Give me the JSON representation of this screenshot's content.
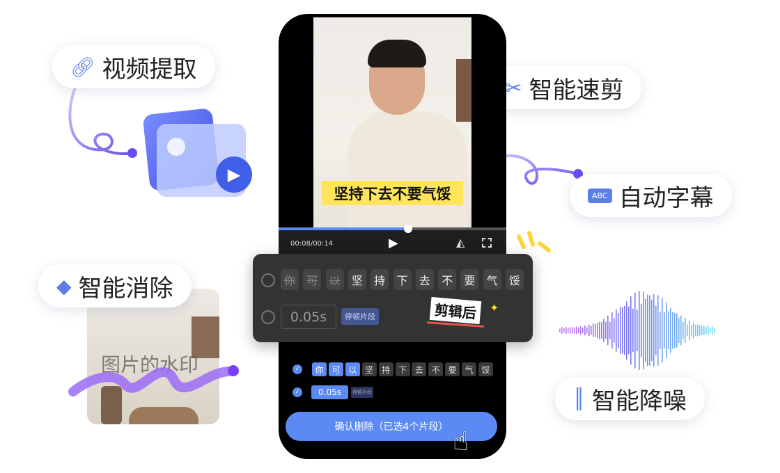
{
  "features": {
    "video_extract": {
      "label": "视频提取",
      "icon": "link-icon"
    },
    "smart_cut": {
      "label": "智能速剪",
      "icon": "scissors-sparkle-icon"
    },
    "auto_subtitle": {
      "label": "自动字幕",
      "icon": "abc-subtitle-icon",
      "badge": "ABC"
    },
    "smart_erase": {
      "label": "智能消除",
      "icon": "eraser-icon"
    },
    "denoise": {
      "label": "智能降噪",
      "icon": "waveform-icon"
    }
  },
  "watermark_card": {
    "text": "图片的水印"
  },
  "player": {
    "caption": "坚持下去不要气馁",
    "time": "00:08/00:14",
    "progress": 0.57,
    "accent": "#5b8af5"
  },
  "panel": {
    "words": [
      "你",
      "可",
      "以",
      "坚",
      "持",
      "下",
      "去",
      "不",
      "要",
      "气",
      "馁"
    ],
    "deleted_count": 3,
    "pause_duration": "0.05s",
    "pause_label": "停顿片段",
    "sticker": "剪辑后"
  },
  "selected": {
    "words": [
      "你",
      "可",
      "以",
      "坚",
      "持",
      "下",
      "去",
      "不",
      "要",
      "气",
      "馁"
    ],
    "selected_count": 3,
    "pause_duration": "0.05s",
    "pause_label": "停顿片段"
  },
  "confirm_button": "确认删除（已选4个片段）"
}
